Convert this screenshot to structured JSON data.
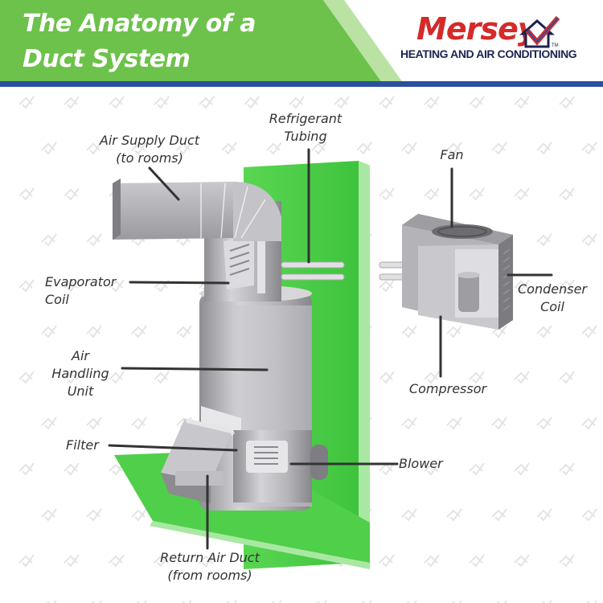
{
  "header": {
    "title_line1": "The Anatomy of a",
    "title_line2": "Duct System",
    "brand_name": "Mersey",
    "brand_tagline": "HEATING AND AIR CONDITIONING",
    "brand_trademark": "TM",
    "brand_mark_icon": "house-check-icon"
  },
  "colors": {
    "header_green": "#6cc24a",
    "header_green_light": "#b9e2a3",
    "header_rule": "#2d4fa0",
    "brand_red": "#d42a2a",
    "brand_navy": "#1b2350",
    "wall_green": "#4fcf4a",
    "metal_gray": "#b8b8bc",
    "leader_line": "#333333"
  },
  "diagram": {
    "labels": {
      "air_supply_duct": "Air Supply Duct\n(to rooms)",
      "refrigerant_tubing": "Refrigerant\nTubing",
      "fan": "Fan",
      "evaporator_coil": "Evaporator\nCoil",
      "condenser_coil": "Condenser\nCoil",
      "air_handling_unit": "Air\nHandling\nUnit",
      "compressor": "Compressor",
      "filter": "Filter",
      "blower": "Blower",
      "return_air_duct": "Return Air Duct\n(from rooms)"
    }
  }
}
